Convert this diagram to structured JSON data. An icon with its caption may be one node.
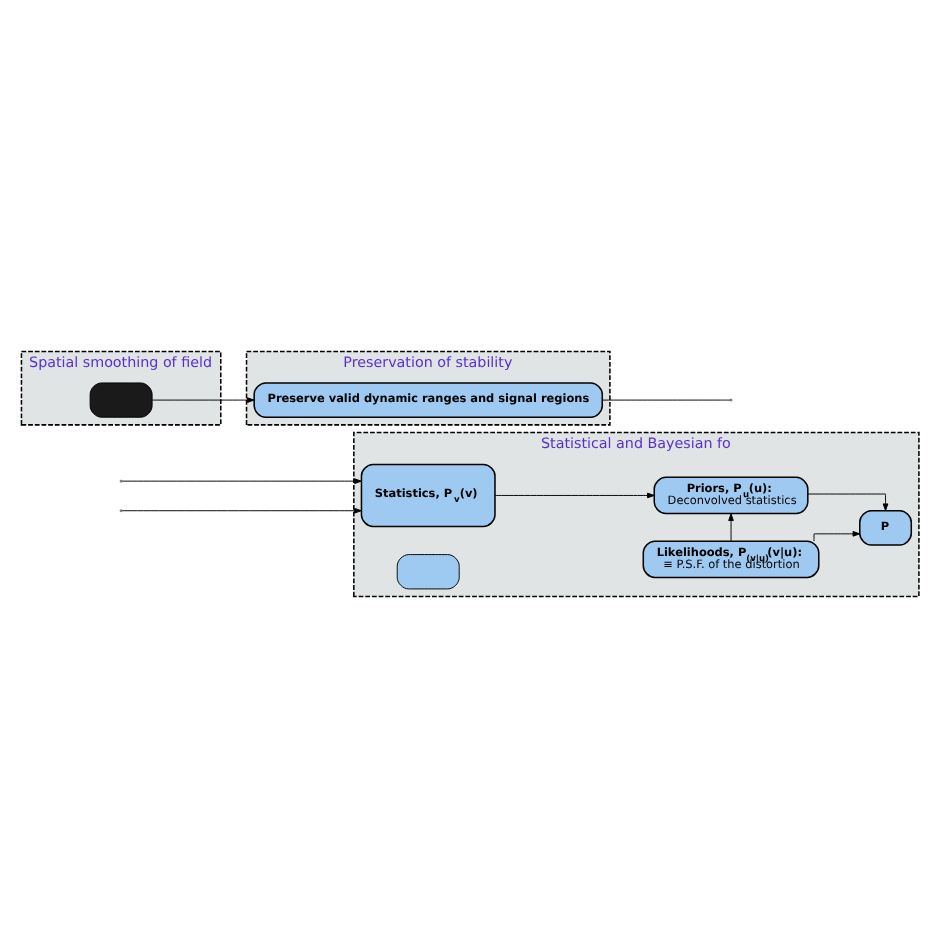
{
  "diagram": {
    "nodes": [
      {
        "text": [
          "Statistical and Bayesian fo"
        ]
      },
      {
        "text": [
          "Statistics, P$_{v}$(v)"
        ],
        "in": 0
      },
      {
        "text": [
          "Priors, P$_{u}$(u):",
          "Deconvolved statistics"
        ],
        "in": 0
      },
      {
        "text": [
          "P"
        ],
        "in": 0
      },
      {
        "text": [
          "Likelihoods, P$_{(v|u)}$(v|u):",
          "≡ P.S.F. of the distortion"
        ],
        "in": 0
      },
      {
        "text": [],
        "shape": "box",
        "in": 0
      },
      {
        "text": [
          "Preservation of stability"
        ]
      },
      {
        "text": [
          "Preserve valid dynamic ranges and signal regions"
        ],
        "in": 6
      },
      {
        "text": [
          "Spatial smoothing of field"
        ]
      },
      {
        "text": [],
        "shape": "box",
        "in": 8
      }
    ],
    "edges": [
      {
        "from": null,
        "to": 1,
        "arrow": "to"
      },
      {
        "from": null,
        "to": 1,
        "arrow": "to"
      },
      {
        "from": 1,
        "to": 2,
        "arrow": "to"
      },
      {
        "from": 2,
        "to": 3,
        "arrow": "to"
      },
      {
        "from": 4,
        "to": 2,
        "arrow": "to"
      },
      {
        "from": 4,
        "to": 3,
        "arrow": "to"
      },
      {
        "from": 9,
        "to": 7,
        "arrow": "to"
      },
      {
        "from": 7,
        "to": null,
        "arrow": "none"
      }
    ]
  }
}
